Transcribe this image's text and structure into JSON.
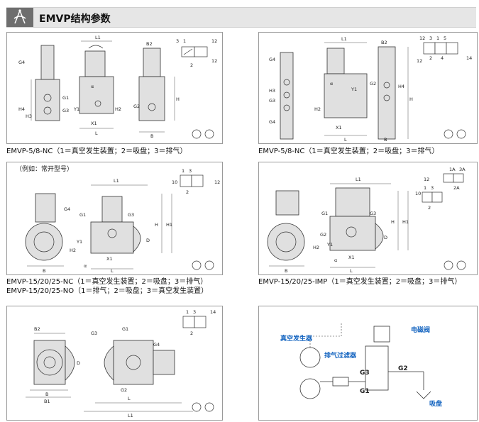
{
  "header": {
    "title": "EMVP结构参数"
  },
  "captions": {
    "p1": "EMVP-5/8-NC（1＝真空发生装置；2＝吸盘；3＝排气）",
    "p2": "EMVP-5/8-NC（1＝真空发生装置；2＝吸盘；3＝排气）",
    "p3_note": "（例如：常开型号）",
    "p3_line1": "EMVP-15/20/25-NC（1＝真空发生装置；2＝吸盘；3＝排气）",
    "p3_line2": "EMVP-15/20/25-NO（1＝排气；2＝吸盘；3＝真空发生装置）",
    "p4": "EMVP-15/20/25-IMP（1＝真空发生装置；2＝吸盘；3＝排气）"
  },
  "panel1": {
    "dims": [
      "L1",
      "G4",
      "H4",
      "H3",
      "G3",
      "G1",
      "Y1",
      "X1",
      "L",
      "H2",
      "B2",
      "G2",
      "H",
      "B",
      "3",
      "1",
      "12",
      "2",
      "12",
      "α"
    ]
  },
  "panel2": {
    "dims": [
      "L1",
      "G4",
      "H3",
      "G3",
      "G4",
      "H2",
      "Y1",
      "X1",
      "L",
      "B2",
      "G2",
      "H4",
      "H",
      "B",
      "12",
      "3",
      "1",
      "5",
      "12",
      "2",
      "4",
      "14",
      "α"
    ]
  },
  "panel3": {
    "dims": [
      "L1",
      "G4",
      "G1",
      "G3",
      "Y1",
      "H2",
      "X1",
      "L",
      "B",
      "H",
      "H1",
      "D",
      "10",
      "1",
      "3",
      "2",
      "12",
      "α"
    ]
  },
  "panel4": {
    "dims": [
      "L1",
      "G1",
      "G3",
      "G2",
      "Y1",
      "H2",
      "X1",
      "L",
      "B",
      "H",
      "H1",
      "D",
      "12",
      "1A",
      "3A",
      "10",
      "1",
      "3",
      "2A",
      "2",
      "α"
    ]
  },
  "panel5": {
    "dims": [
      "B2",
      "G3",
      "G1",
      "G4",
      "B",
      "B1",
      "G2",
      "L",
      "L1",
      "D",
      "1",
      "3",
      "14",
      "2"
    ]
  },
  "panel6": {
    "labels": {
      "vacuum_generator": "真空发生器",
      "solenoid_valve": "电磁阀",
      "exhaust_filter": "排气过滤器",
      "suction_cup": "吸盘",
      "g3": "G3",
      "g2": "G2",
      "g1": "G1"
    }
  },
  "colors": {
    "accent_blue": "#1565c0",
    "header_bg": "#e6e6e6",
    "icon_bg": "#6e6e6e"
  }
}
